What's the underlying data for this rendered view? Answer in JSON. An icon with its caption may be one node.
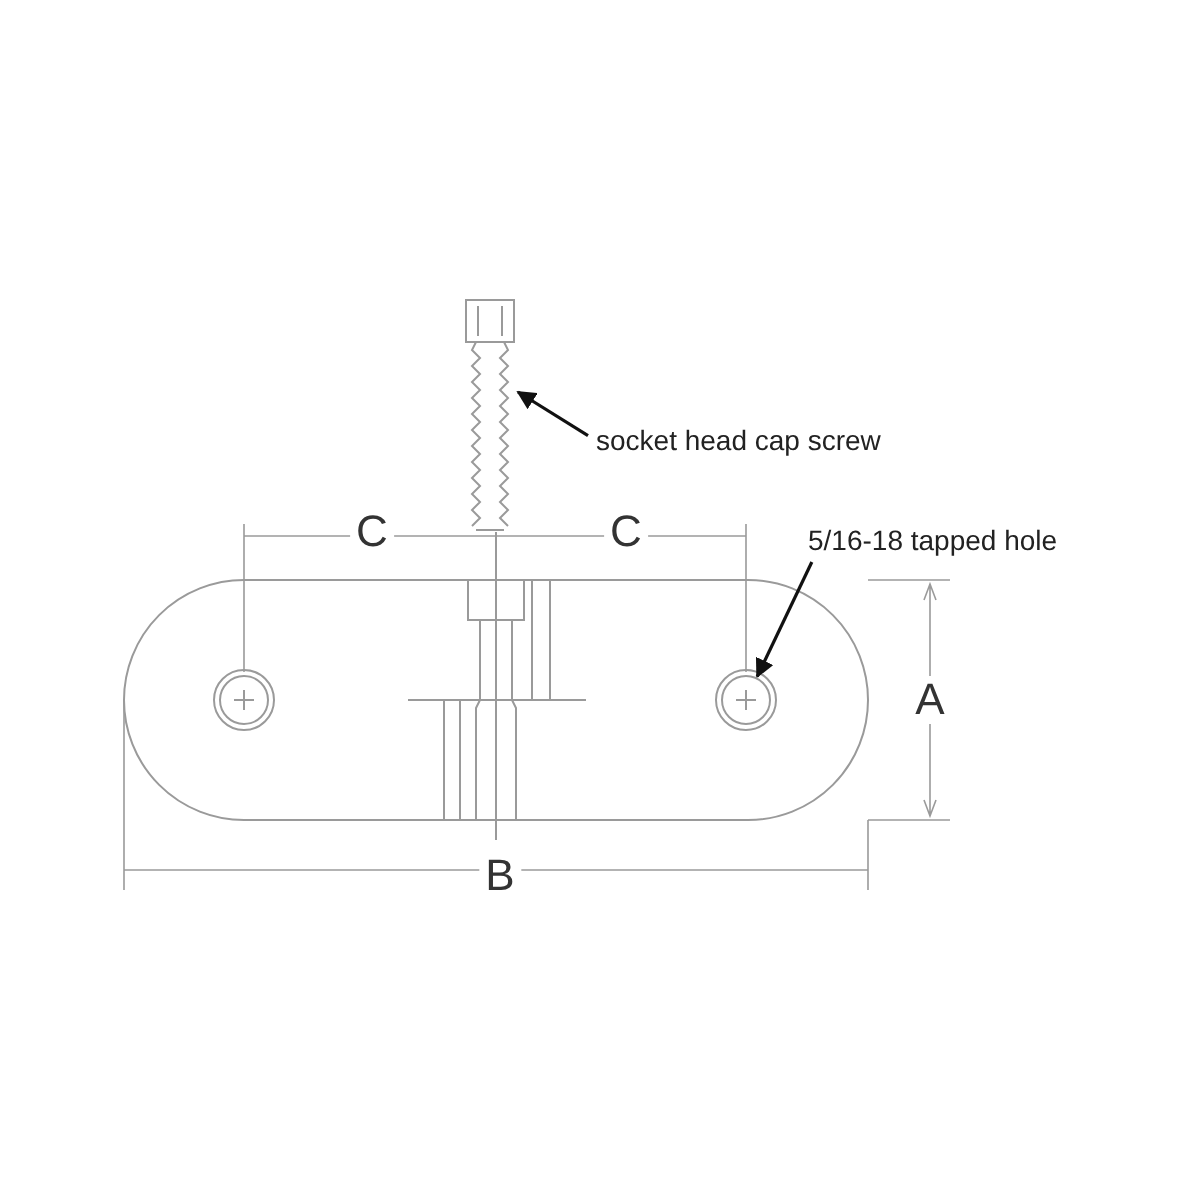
{
  "diagram": {
    "nodes": [
      {
        "text": [
          "socket head cap screw"
        ]
      },
      {
        "text": [],
        "shape": "picture"
      },
      {
        "text": [
          "5/16-18 tapped hole"
        ]
      },
      {
        "text": [],
        "shape": "circle"
      }
    ],
    "edges": [
      {
        "from": 0,
        "to": 1,
        "arrow": "to"
      },
      {
        "from": 2,
        "to": 3,
        "arrow": "to"
      }
    ],
    "labels": [
      "C",
      "C",
      "A",
      "B"
    ]
  }
}
